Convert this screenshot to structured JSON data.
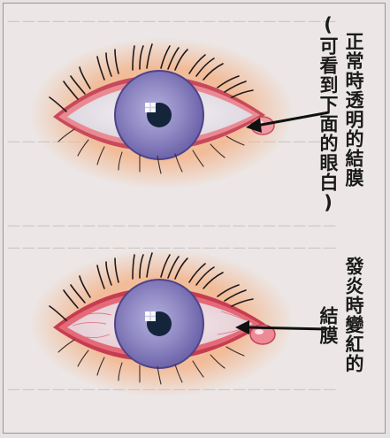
{
  "labels": {
    "normal_line1": "正常時透明的結膜",
    "normal_line2": "(可看到下面的眼白)",
    "inflamed_line1": "發炎時變紅的",
    "inflamed_line2": "結膜"
  },
  "colors": {
    "iris": "#8a83c0",
    "pupil": "#14253b",
    "eyelid_glow": "#f0b68e",
    "conjunctiva_red": "#e8737e"
  }
}
